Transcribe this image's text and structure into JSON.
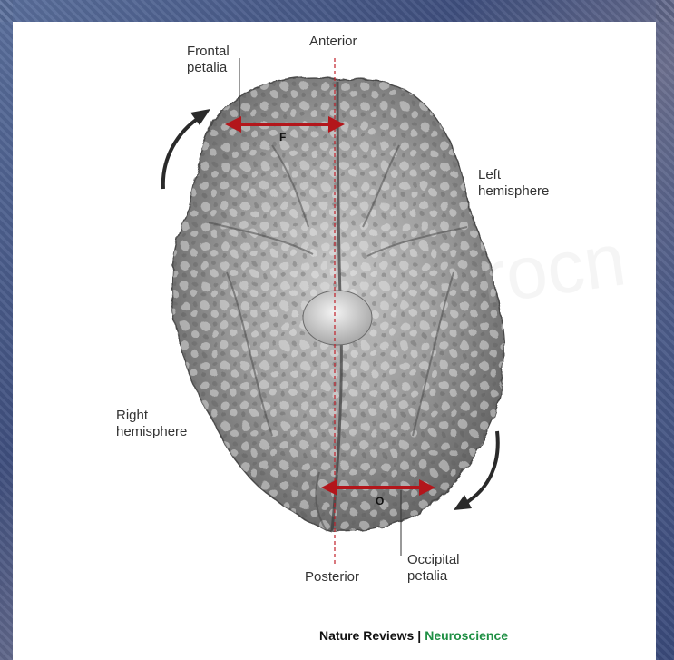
{
  "labels": {
    "anterior": "Anterior",
    "posterior": "Posterior",
    "frontal_petalia": [
      "Frontal",
      "petalia"
    ],
    "occipital_petalia": [
      "Occipital",
      "petalia"
    ],
    "left_hemisphere": [
      "Left",
      "hemisphere"
    ],
    "right_hemisphere": [
      "Right",
      "hemisphere"
    ],
    "frontal_marker": "F",
    "occipital_marker": "O"
  },
  "credit": {
    "journal": "Nature Reviews",
    "separator": "|",
    "field": "Neuroscience"
  },
  "colors": {
    "arrow_red": "#b3161b",
    "brain_gray": "#8c8c8c",
    "field_green": "#1e8f43"
  },
  "watermark": "rocn"
}
